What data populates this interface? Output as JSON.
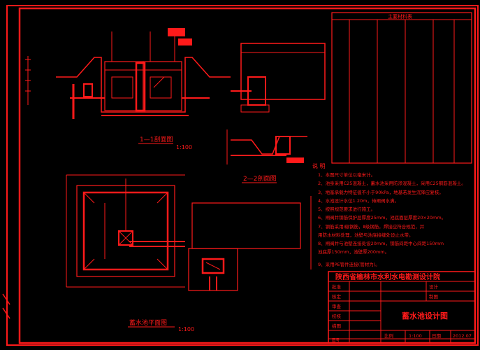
{
  "drawing": {
    "section_1": {
      "title": "1—1剖面图",
      "scale": "1:100"
    },
    "section_2": {
      "title": "2—2剖面图"
    },
    "plan": {
      "title": "蓄水池平面图",
      "scale": "1:100"
    },
    "notes": {
      "heading": "说 明",
      "items": [
        "1、本图尺寸单位以毫米计。",
        "2、池身采用C25混凝土，蓄水池采用防渗混凝土，采用C25钢筋混凝土。",
        "3、地基承载力特征值不小于90kPa，地基若发生沉降应复核。",
        "4、水池设计水位1.20m，待闸阀水满。",
        "5、按照规范要求进行施工。",
        "6、闸阀井钢筋保护层厚度25mm，池底面层厚度20×20mm。",
        "7、钢筋采用Ⅰ级钢筋，Ⅱ级钢筋，焊接应符合规范，并",
        "   用防水材料处理，池壁与池底接缝处设止水带。",
        "8、闸阀井与池壁连接处设20mm，钢筋间距中心间距150mm",
        "   池底厚150mm，池壁厚200mm。",
        "9、采用PE管件连接(管材为)。"
      ]
    },
    "title_block": {
      "institute": "陕西省榆林市水利水电勘测设计院",
      "project_name": "蓄水池设计图",
      "labels": [
        "批准",
        "核定",
        "审查",
        "校核",
        "设计",
        "制图",
        "描图"
      ],
      "scale_label": "比例",
      "scale_value": "1:100",
      "date_label": "日期",
      "date_value": "2012.07",
      "drawing_no_label": "图号"
    },
    "materials_table": {
      "title": "主要材料表"
    }
  },
  "colors": {
    "background": "#000000",
    "line": "#ff1a1a",
    "frame": "#ff0000"
  }
}
